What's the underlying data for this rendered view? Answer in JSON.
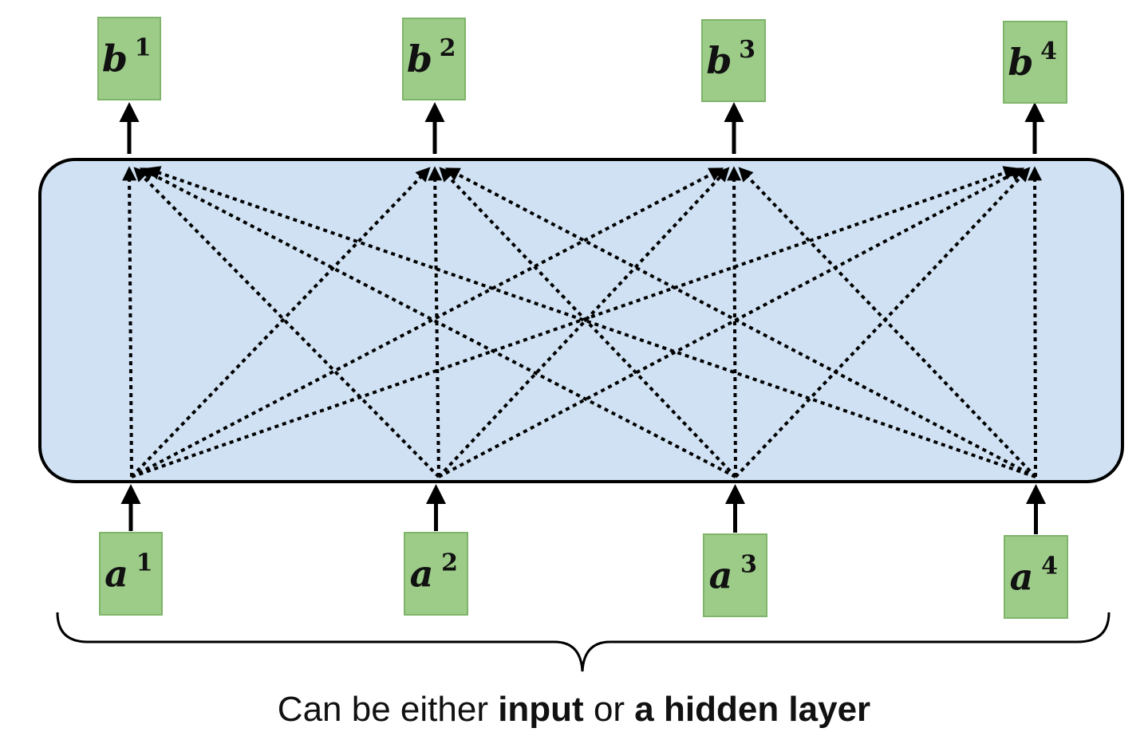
{
  "outputs": [
    {
      "base": "b",
      "sup": "1"
    },
    {
      "base": "b",
      "sup": "2"
    },
    {
      "base": "b",
      "sup": "3"
    },
    {
      "base": "b",
      "sup": "4"
    }
  ],
  "inputs": [
    {
      "base": "a",
      "sup": "1"
    },
    {
      "base": "a",
      "sup": "2"
    },
    {
      "base": "a",
      "sup": "3"
    },
    {
      "base": "a",
      "sup": "4"
    }
  ],
  "caption": {
    "part1": "Can be either ",
    "part2": "input",
    "part3": " or ",
    "part4": "a hidden layer"
  },
  "colors": {
    "node_fill": "#9dcc89",
    "node_border": "#7fb56a",
    "layer_fill": "#cfe1f2",
    "layer_border": "#000000"
  },
  "connectivity": "fully-connected"
}
